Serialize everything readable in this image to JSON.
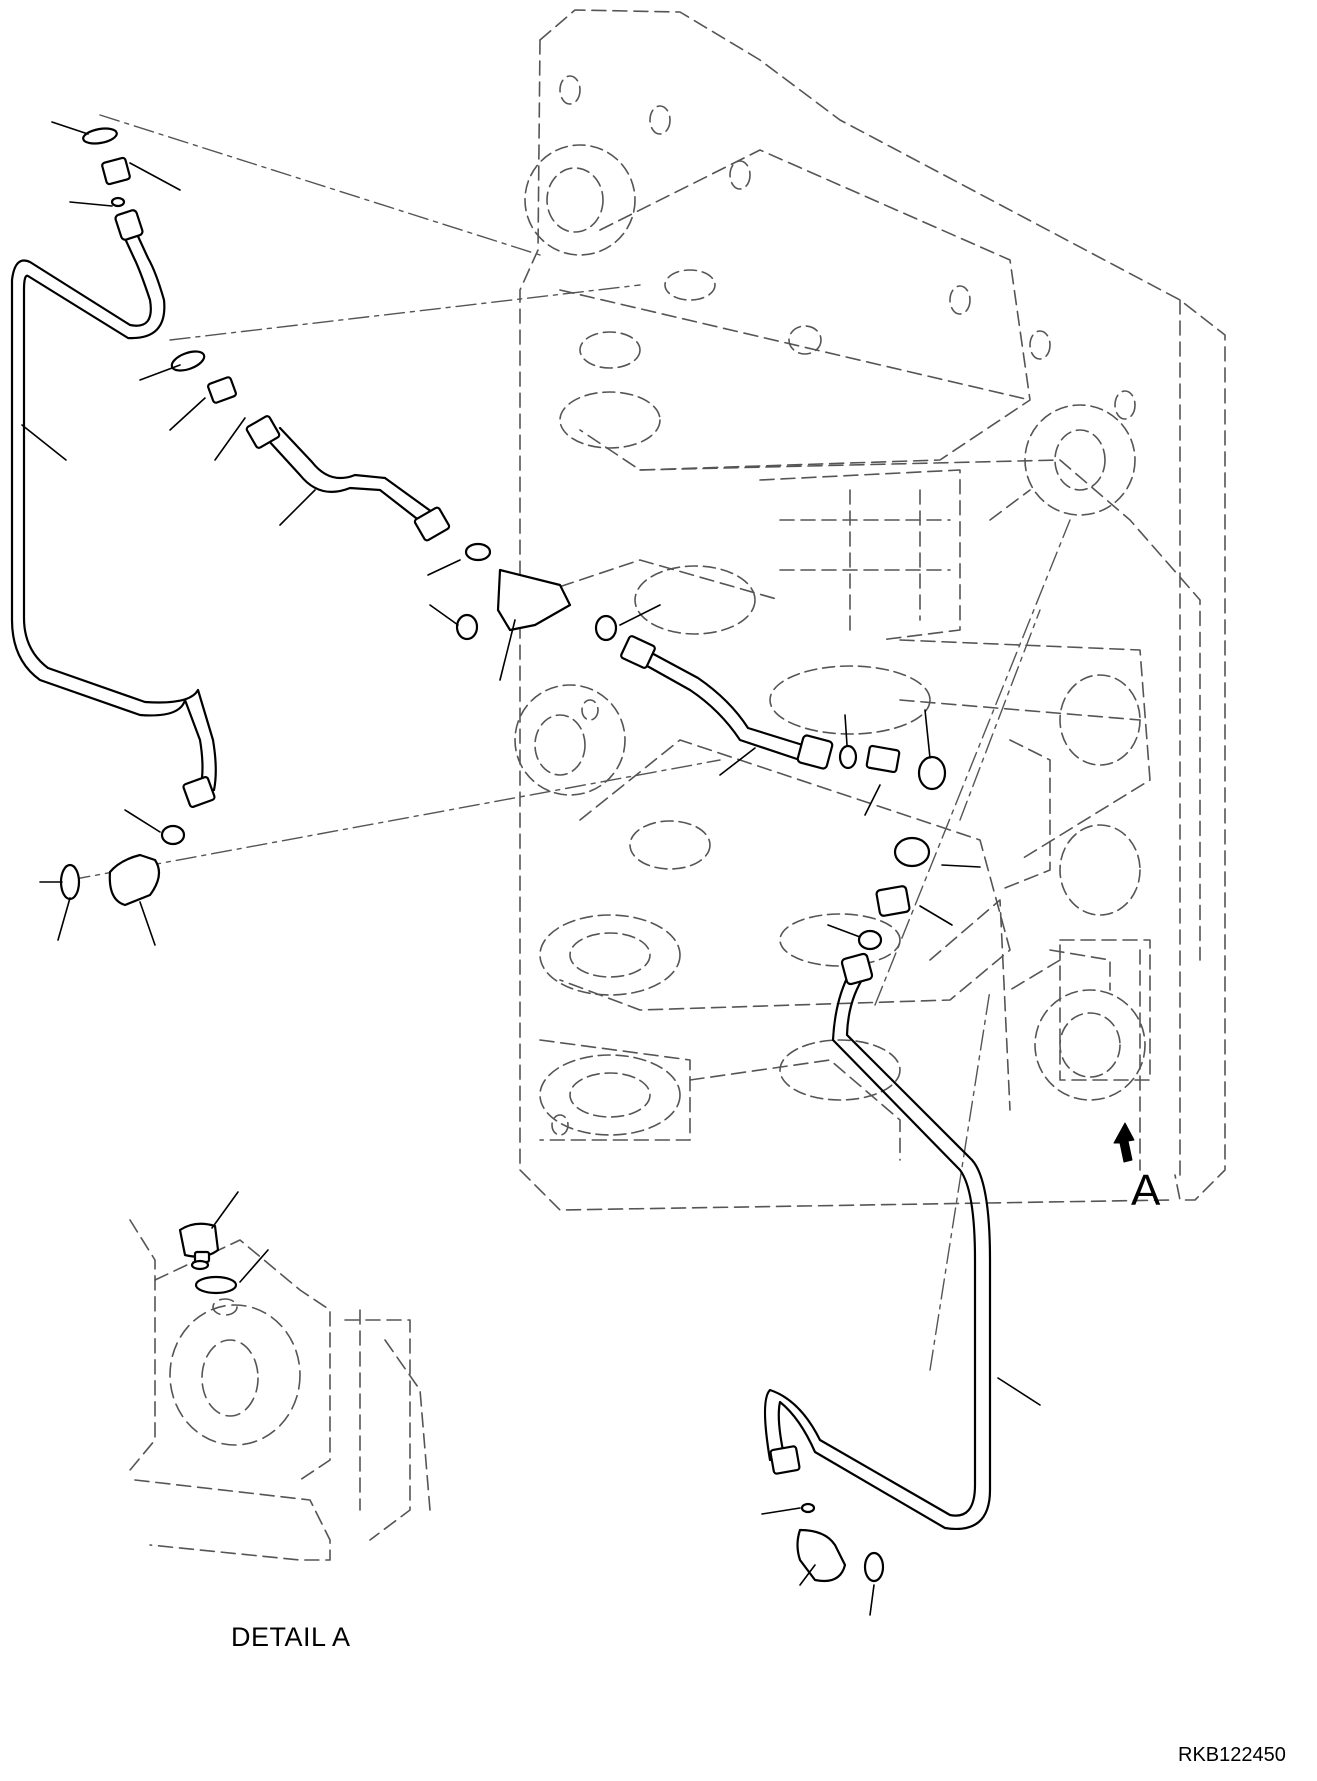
{
  "labels": {
    "view_letter": "A",
    "detail_caption": "DETAIL A",
    "drawing_code": "RKB122450"
  },
  "style": {
    "ink": "#000000",
    "ghost": "#555555",
    "paper": "#ffffff"
  }
}
